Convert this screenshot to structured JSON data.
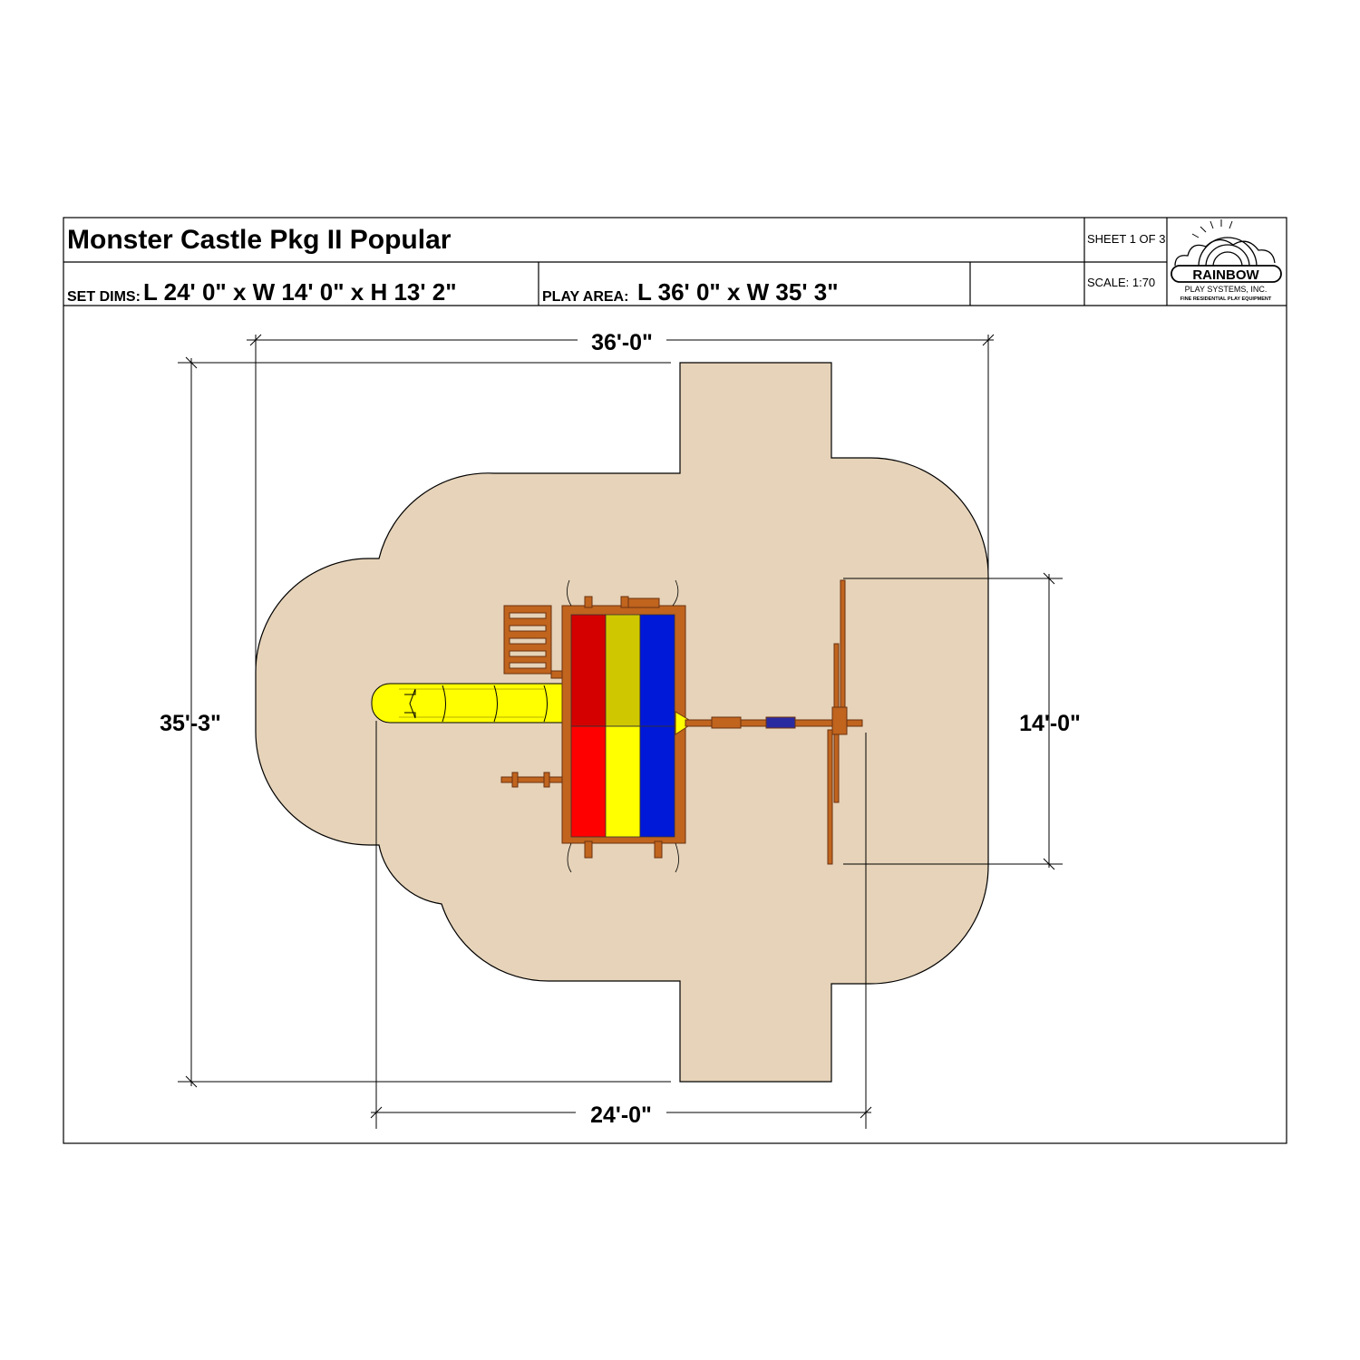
{
  "title": "Monster Castle Pkg II Popular",
  "sheet": "SHEET 1 OF 3",
  "scale": "SCALE: 1:70",
  "set_dims": {
    "label": "SET DIMS:",
    "value": "L 24' 0\" x W 14' 0\" x H 13' 2\""
  },
  "play_area": {
    "label": "PLAY AREA:",
    "value": "L 36' 0\" x W 35' 3\""
  },
  "logo": {
    "name": "RAINBOW",
    "sub": "PLAY SYSTEMS, INC.",
    "tagline": "FINE RESIDENTIAL PLAY EQUIPMENT"
  },
  "dimensions": {
    "play_area_length": "36'-0\"",
    "play_area_width": "35'-3\"",
    "set_width": "14'-0\"",
    "set_length": "24'-0\""
  },
  "colors": {
    "play_area_fill": "#e6d3b9",
    "wood": "#c0641e",
    "red": "#d40000",
    "yellow": "#f5f000",
    "blue": "#0018d8",
    "dark_yellow": "#cfc800",
    "slide": "#ffff00"
  }
}
